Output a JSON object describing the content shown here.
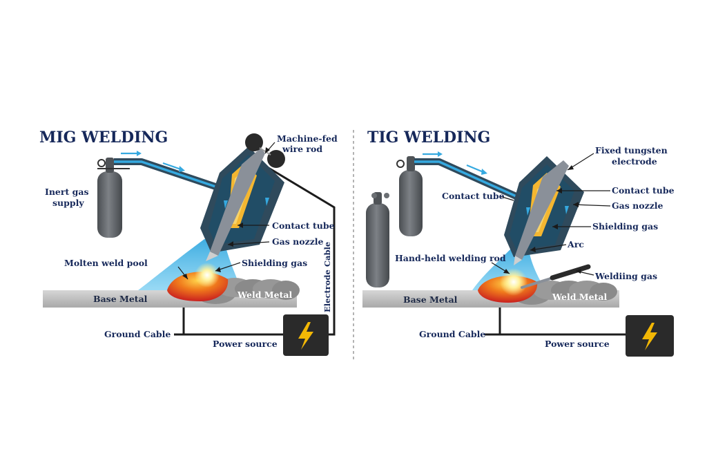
{
  "colors": {
    "title": "#16285a",
    "gas_blue": "#35a9e0",
    "torch_dark": "#2f4a5c",
    "cylinder": "#5b5f63",
    "base_metal": "#c4c4c4",
    "weld_red": "#c9201f",
    "power_box": "#2a2a2a",
    "bolt": "#f2b705"
  },
  "icons": {
    "power_symbol": "lightning-bolt-icon",
    "gas_cylinder": "gas-cylinder-icon"
  },
  "mig": {
    "title": "MIG WELDING",
    "labels": {
      "wire_rod": [
        "Machine-fed",
        "wire rod"
      ],
      "gas_supply": [
        "Inert gas",
        "supply"
      ],
      "contact_tube": "Contact tube",
      "gas_nozzle": "Gas nozzle",
      "weld_pool": "Molten weld pool",
      "shielding_gas": "Shielding gas",
      "base_metal": "Base Metal",
      "weld_metal": "Weld Metal",
      "electrode_cable": "Electrode Cable",
      "ground_cable": "Ground Cable",
      "power_source": "Power source"
    }
  },
  "tig": {
    "title": "TIG WELDING",
    "labels": {
      "tungsten": [
        "Fixed tungsten",
        "electrode"
      ],
      "contact_tube": "Contact tube",
      "contact_tube_left": "Contact tube",
      "gas_nozzle": "Gas nozzle",
      "shielding_gas": "Shielding gas",
      "arc": "Arc",
      "welding_rod": "Hand-held welding rod",
      "welding_gas": "Weldiing gas",
      "base_metal": "Base Metal",
      "weld_metal": "Weld Metal",
      "ground_cable": "Ground Cable",
      "power_source": "Power source"
    }
  }
}
